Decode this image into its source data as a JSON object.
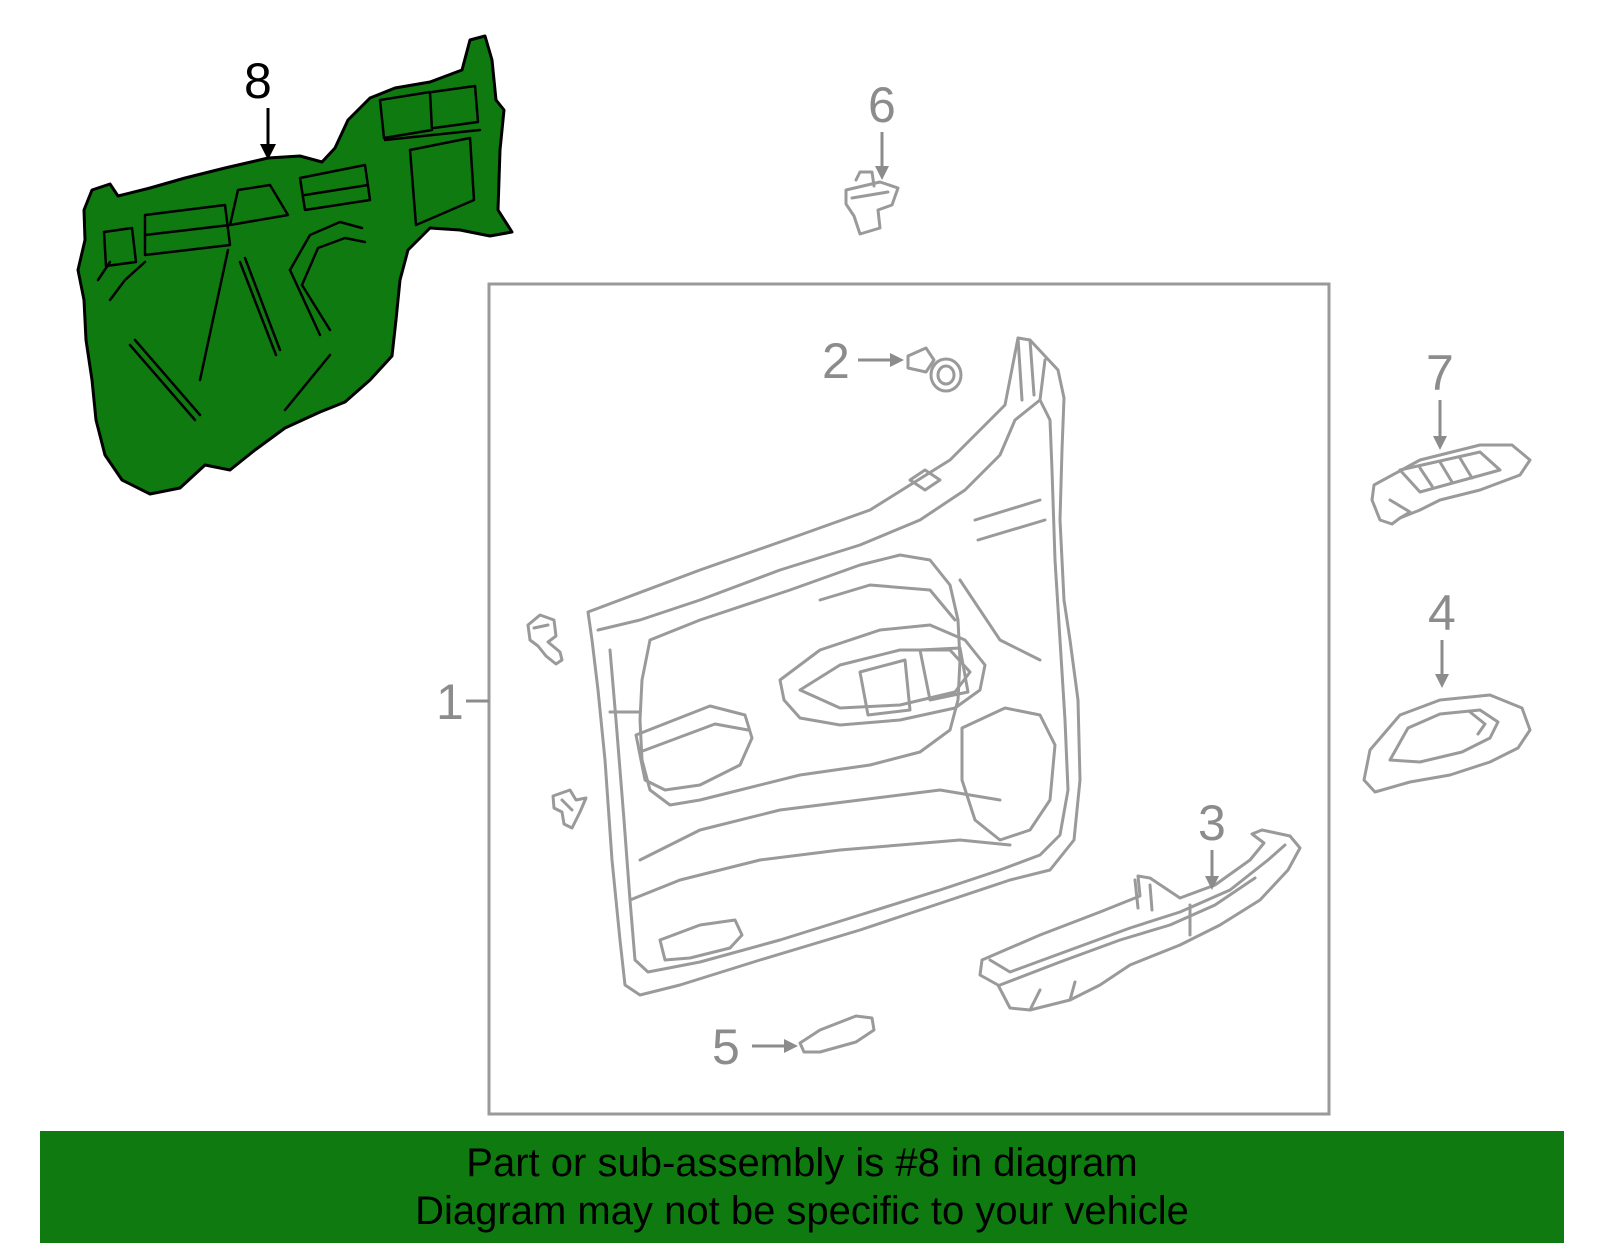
{
  "diagram": {
    "callouts": {
      "c1": "1",
      "c2": "2",
      "c3": "3",
      "c4": "4",
      "c5": "5",
      "c6": "6",
      "c7": "7",
      "c8": "8"
    },
    "highlighted_part": "8",
    "highlight_color": "#0f7a0f",
    "line_color": "#9a9a9a"
  },
  "banner": {
    "line1": "Part or sub-assembly is #8 in diagram",
    "line2": "Diagram may not be specific to your vehicle",
    "background": "#0f7a0f"
  }
}
